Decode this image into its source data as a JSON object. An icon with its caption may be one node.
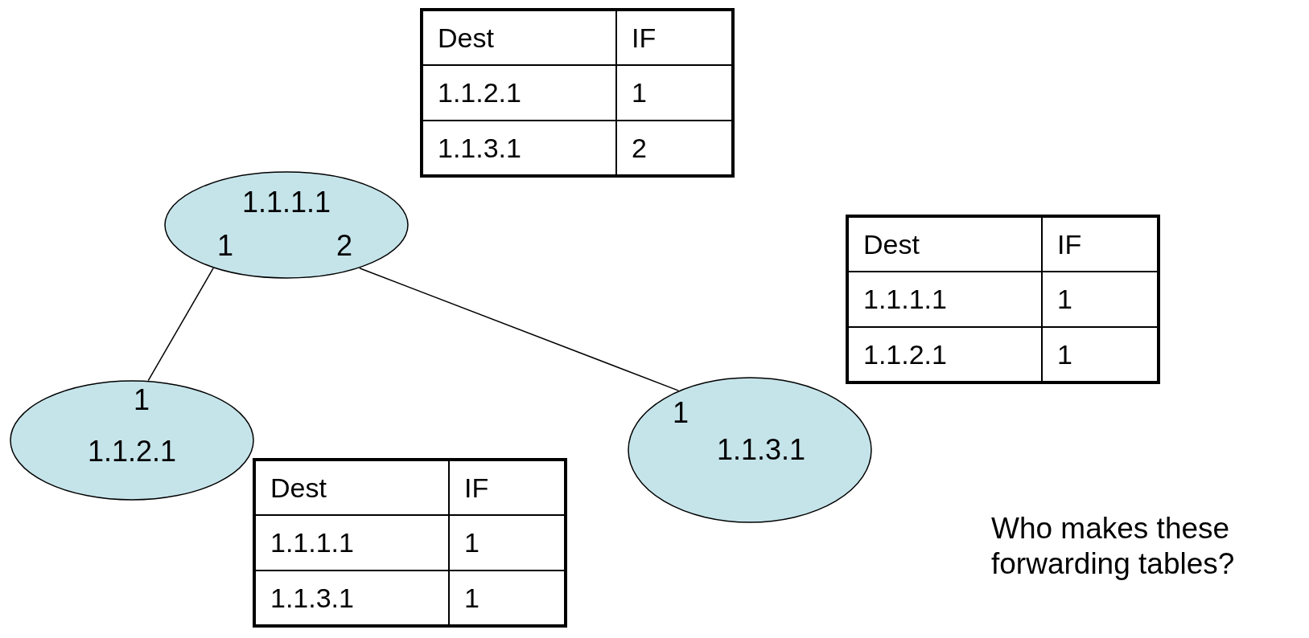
{
  "diagram": {
    "nodes": [
      {
        "text": [
          "1.1.1.1",
          "1",
          "2"
        ]
      },
      {
        "text": [
          "1",
          "1.1.2.1"
        ]
      },
      {
        "text": [
          "1",
          "1.1.3.1"
        ]
      }
    ],
    "edges": [
      {
        "from": 0,
        "to": 1,
        "arrow": "none"
      },
      {
        "from": 0,
        "to": 2,
        "arrow": "none"
      }
    ],
    "labels": [
      "Dest",
      "IF",
      "1.1.2.1",
      "1",
      "1.1.3.1",
      "2",
      "Dest",
      "IF",
      "1.1.1.1",
      "1",
      "1.1.2.1",
      "1",
      "Dest",
      "IF",
      "1.1.1.1",
      "1",
      "1.1.3.1",
      "1",
      "Who makes these forwarding tables?"
    ]
  }
}
